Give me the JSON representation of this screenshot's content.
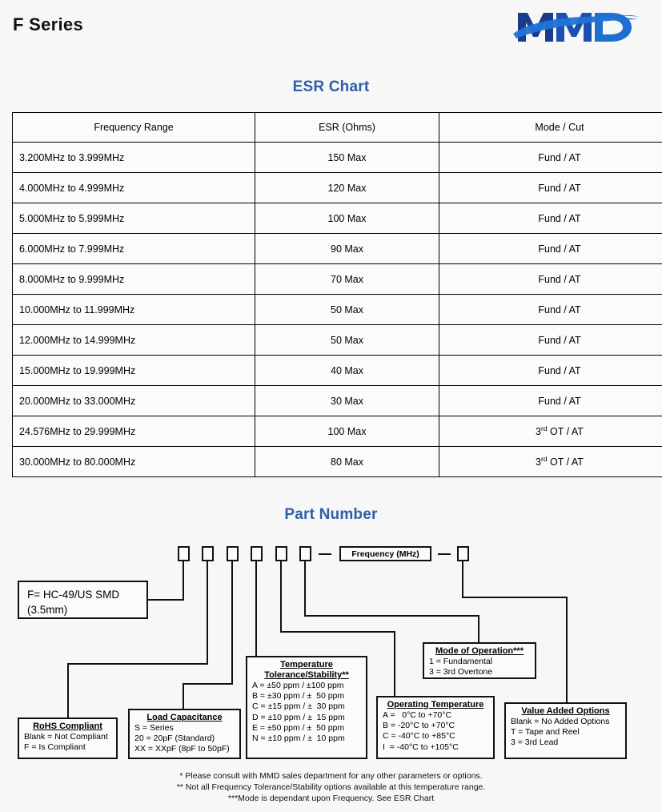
{
  "header": {
    "title": "F Series",
    "logo_name": "mmd-logo",
    "logo_text": "MMD",
    "logo_color_dark": "#1b3c8c",
    "logo_color_light": "#1f6fd0"
  },
  "sections": {
    "esr_heading": "ESR Chart",
    "pn_heading": "Part Number",
    "heading_color": "#2f5fa8"
  },
  "esr_table": {
    "columns": [
      "Frequency Range",
      "ESR (Ohms)",
      "Mode / Cut"
    ],
    "rows": [
      {
        "range": "3.200MHz to 3.999MHz",
        "esr": "150 Max",
        "mode": "Fund / AT",
        "mode_sup": ""
      },
      {
        "range": "4.000MHz to 4.999MHz",
        "esr": "120 Max",
        "mode": "Fund / AT",
        "mode_sup": ""
      },
      {
        "range": "5.000MHz to 5.999MHz",
        "esr": "100 Max",
        "mode": "Fund / AT",
        "mode_sup": ""
      },
      {
        "range": "6.000MHz to 7.999MHz",
        "esr": "90 Max",
        "mode": "Fund / AT",
        "mode_sup": ""
      },
      {
        "range": "8.000MHz to 9.999MHz",
        "esr": "70 Max",
        "mode": "Fund / AT",
        "mode_sup": ""
      },
      {
        "range": "10.000MHz to 11.999MHz",
        "esr": "50 Max",
        "mode": "Fund / AT",
        "mode_sup": ""
      },
      {
        "range": "12.000MHz to 14.999MHz",
        "esr": "50 Max",
        "mode": "Fund / AT",
        "mode_sup": ""
      },
      {
        "range": "15.000MHz to 19.999MHz",
        "esr": "40 Max",
        "mode": "Fund / AT",
        "mode_sup": ""
      },
      {
        "range": "20.000MHz to 33.000MHz",
        "esr": "30 Max",
        "mode": "Fund / AT",
        "mode_sup": ""
      },
      {
        "range": "24.576MHz to 29.999MHz",
        "esr": "100 Max",
        "mode_pre": "3",
        "mode_sup": "rd",
        "mode_post": " OT / AT"
      },
      {
        "range": "30.000MHz to 80.000MHz",
        "esr": "80 Max",
        "mode_pre": "3",
        "mode_sup": "rd",
        "mode_post": " OT / AT"
      }
    ]
  },
  "part_number": {
    "slot_count": 6,
    "frequency_box_label": "Frequency (MHz)",
    "separator": "—",
    "callouts": {
      "package": {
        "line1": "F= HC-49/US SMD",
        "line2": "(3.5mm)"
      },
      "rohs": {
        "title": "RoHS Compliant",
        "lines": [
          "Blank = Not Compliant",
          "F = Is Compliant"
        ]
      },
      "load_capacitance": {
        "title": "Load Capacitance",
        "lines": [
          "S = Series",
          "20 = 20pF (Standard)",
          "XX = XXpF (8pF to 50pF)"
        ]
      },
      "temperature_tolerance": {
        "title_line1": "Temperature",
        "title_line2": "Tolerance/Stability**",
        "lines": [
          "A = ±50 ppm / ±100 ppm",
          "B = ±30 ppm / ±  50 ppm",
          "C = ±15 ppm / ±  30 ppm",
          "D = ±10 ppm / ±  15 ppm",
          "E = ±50 ppm / ±  50 ppm",
          "N = ±10 ppm / ±  10 ppm"
        ]
      },
      "operating_temperature": {
        "title": "Operating Temperature",
        "lines": [
          "A =   0°C to +70°C",
          "B = -20°C to +70°C",
          "C = -40°C to +85°C",
          "I  = -40°C to +105°C"
        ]
      },
      "mode_of_operation": {
        "title": "Mode of Operation***",
        "lines": [
          "1 = Fundamental",
          "3 = 3rd Overtone"
        ]
      },
      "value_added_options": {
        "title": "Value Added Options",
        "lines": [
          "Blank = No Added Options",
          "T = Tape and Reel",
          "3 = 3rd Lead"
        ]
      }
    }
  },
  "footnotes": [
    "* Please consult with MMD sales department for any other parameters or options.",
    "** Not all Frequency Tolerance/Stability options available at this temperature range.",
    "***Mode is dependant upon Frequency. See ESR Chart"
  ]
}
